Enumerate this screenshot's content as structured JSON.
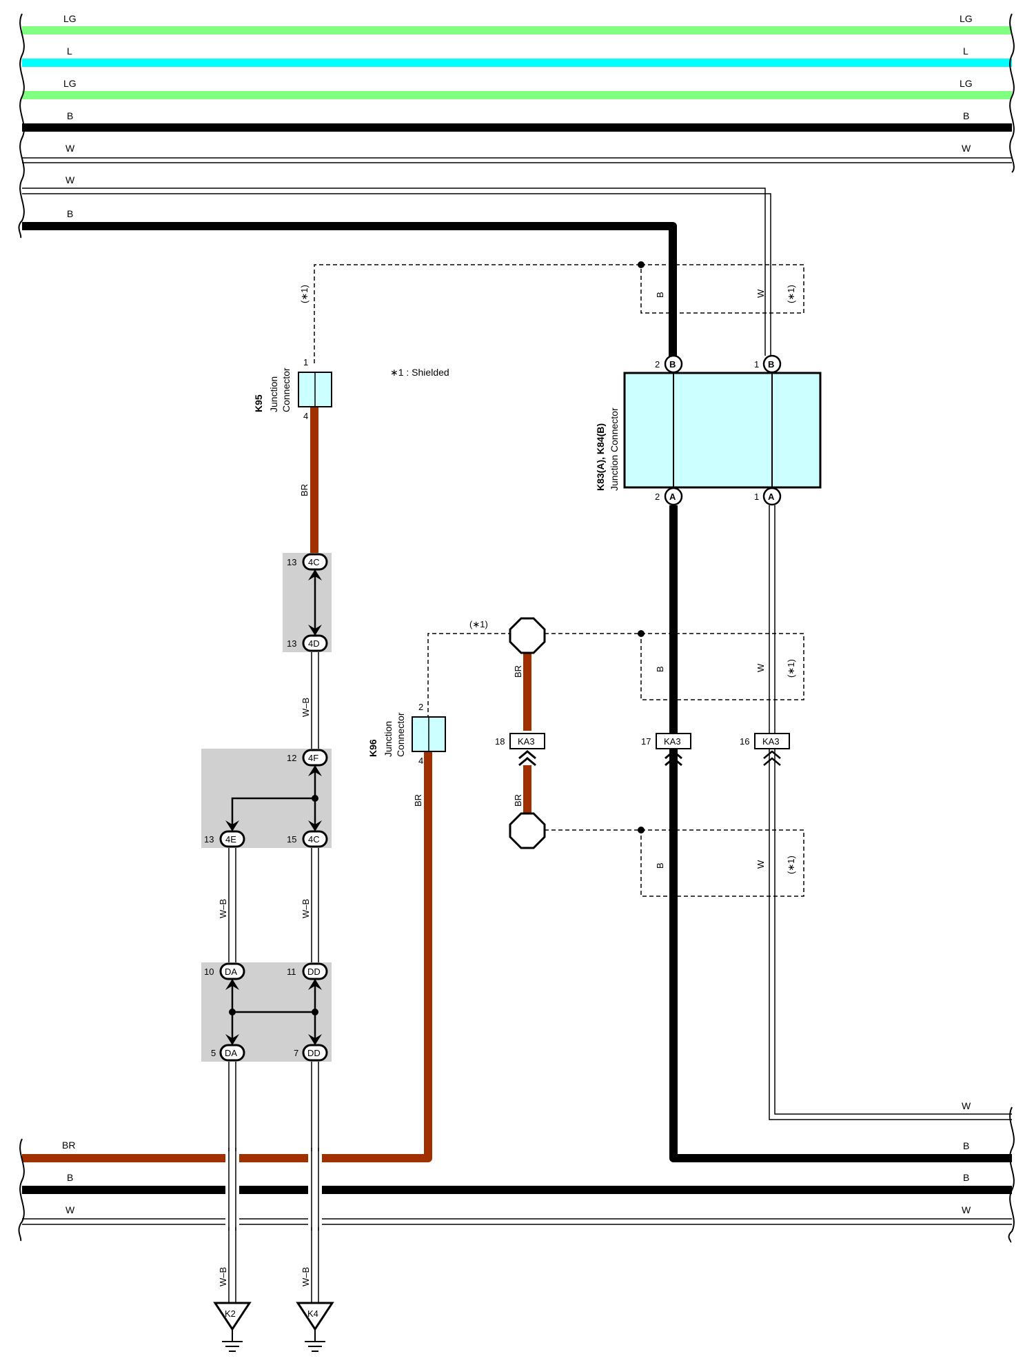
{
  "colors": {
    "LG": "#80ff80",
    "L": "#00ffff",
    "B": "#000000",
    "W": "#ffffff",
    "BR": "#a03000",
    "W-B": "#ffffff",
    "connector_fill": "#ccffff",
    "splice_bg": "#d0d0d0"
  },
  "top_bus": [
    {
      "code": "LG",
      "left": "LG",
      "right": "LG"
    },
    {
      "code": "L",
      "left": "L",
      "right": "L"
    },
    {
      "code": "LG",
      "left": "LG",
      "right": "LG"
    },
    {
      "code": "B",
      "left": "B",
      "right": "B"
    },
    {
      "code": "W",
      "left": "W",
      "right": "W"
    },
    {
      "code": "W",
      "left": "W",
      "right": ""
    },
    {
      "code": "B",
      "left": "B",
      "right": ""
    }
  ],
  "bottom_right_bus": [
    {
      "code": "W",
      "label": "W"
    },
    {
      "code": "B",
      "label": "B"
    }
  ],
  "bottom_bus": [
    {
      "code": "BR",
      "left": "BR",
      "right": ""
    },
    {
      "code": "B",
      "left": "B",
      "right": "B"
    },
    {
      "code": "W",
      "left": "W",
      "right": "W"
    }
  ],
  "note": "∗1 : Shielded",
  "shield_label": "(∗1)",
  "k95": {
    "id": "K95",
    "name1": "Junction",
    "name2": "Connector",
    "pin_top": "1",
    "pin_bottom": "4",
    "wire": "BR"
  },
  "k96": {
    "id": "K96",
    "name1": "Junction",
    "name2": "Connector",
    "pin_top": "2",
    "pin_bottom": "4",
    "wire": "BR"
  },
  "k83": {
    "id": "K83(A), K84(B)",
    "name": "Junction Connector",
    "pins_top": [
      {
        "pin": "2",
        "badge": "B"
      },
      {
        "pin": "1",
        "badge": "B"
      }
    ],
    "pins_bottom": [
      {
        "pin": "2",
        "badge": "A"
      },
      {
        "pin": "1",
        "badge": "A"
      }
    ]
  },
  "shield_wires": {
    "b": "B",
    "w": "W"
  },
  "ka3": [
    {
      "pin": "18",
      "badge": "KA3"
    },
    {
      "pin": "17",
      "badge": "KA3"
    },
    {
      "pin": "16",
      "badge": "KA3"
    }
  ],
  "branch_wire": "BR",
  "inline_connectors": [
    {
      "pin": "13",
      "badge": "4C"
    },
    {
      "pin": "13",
      "badge": "4D"
    },
    {
      "pin": "12",
      "badge": "4F"
    },
    {
      "pin": "13",
      "badge": "4E"
    },
    {
      "pin": "15",
      "badge": "4C"
    },
    {
      "pin": "10",
      "badge": "DA"
    },
    {
      "pin": "11",
      "badge": "DD"
    },
    {
      "pin": "5",
      "badge": "DA"
    },
    {
      "pin": "7",
      "badge": "DD"
    }
  ],
  "wb_label": "W–B",
  "grounds": [
    {
      "id": "K2"
    },
    {
      "id": "K4"
    }
  ]
}
